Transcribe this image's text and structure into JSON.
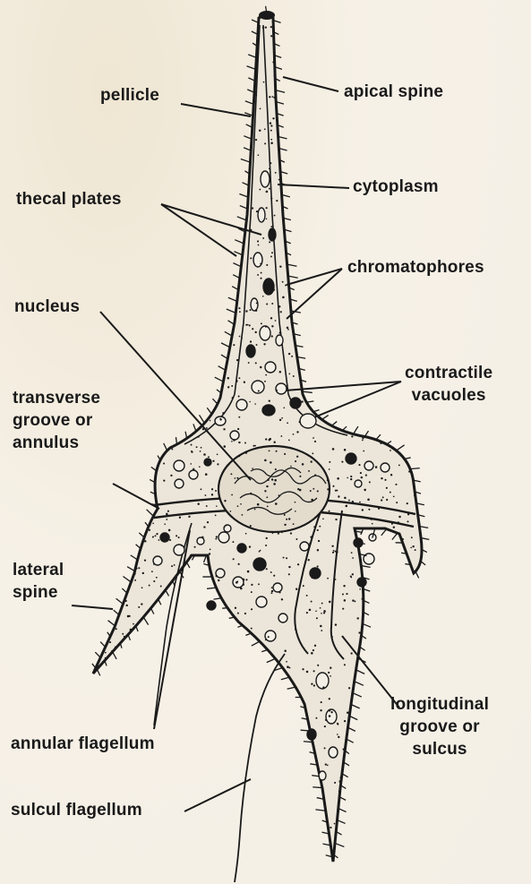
{
  "labels": {
    "pellicle": "pellicle",
    "apical_spine": "apical spine",
    "cytoplasm": "cytoplasm",
    "thecal_plates": "thecal plates",
    "chromatophores": "chromatophores",
    "nucleus": "nucleus",
    "contractile_vacuoles": [
      "contractile",
      "vacuoles"
    ],
    "transverse_groove": [
      "transverse",
      "groove or",
      "annulus"
    ],
    "lateral_spine": [
      "lateral",
      "spine"
    ],
    "annular_flagellum": "annular flagellum",
    "longitudinal_groove": [
      "longitudinal",
      "groove or",
      "sulcus"
    ],
    "sulcul_flagellum": "sulcul flagellum"
  },
  "colors": {
    "ink": "#1a1a1a",
    "background": "#f4efe6",
    "cell_fill": "#ece6da"
  }
}
